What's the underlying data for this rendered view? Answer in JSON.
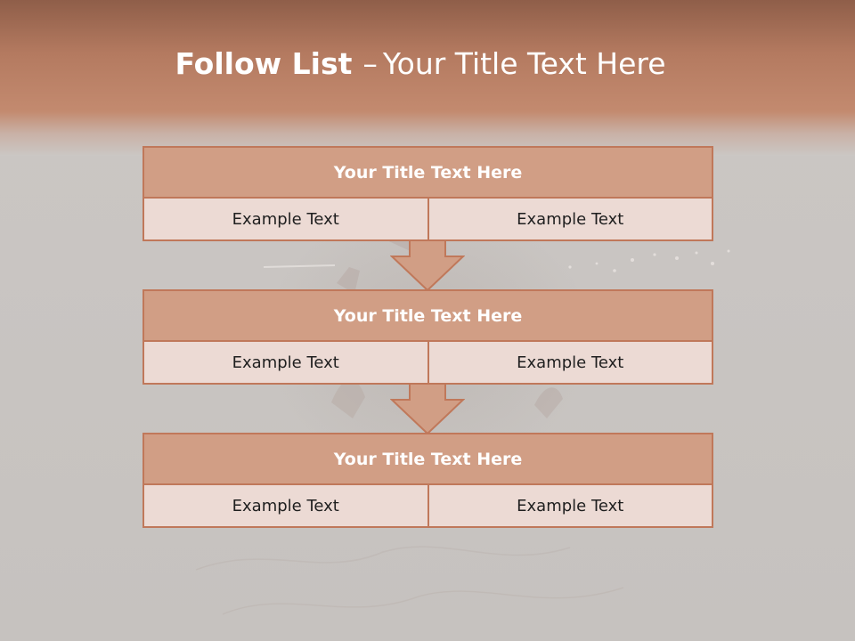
{
  "slide": {
    "title_bold": "Follow List",
    "title_dash": "–",
    "title_rest": "Your Title Text Here"
  },
  "blocks": [
    {
      "title": "Your Title Text Here",
      "left": "Example Text",
      "right": "Example Text"
    },
    {
      "title": "Your Title Text Here",
      "left": "Example Text",
      "right": "Example Text"
    },
    {
      "title": "Your Title Text Here",
      "left": "Example Text",
      "right": "Example Text"
    }
  ],
  "colors": {
    "header": "#b47a60",
    "block_title_fill": "#d19e85",
    "cell_fill": "#ecdad4",
    "border": "#c0785a",
    "arrow_fill": "#d19e85"
  }
}
